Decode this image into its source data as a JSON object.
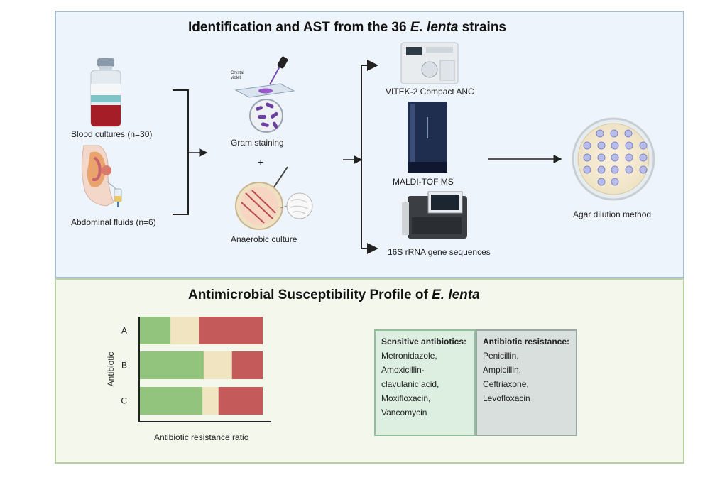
{
  "top_panel": {
    "title_prefix": "Identification and AST from the 36 ",
    "title_species": "E. lenta",
    "title_suffix": " strains",
    "sources": {
      "blood": "Blood cultures  (n=30)",
      "abdominal": "Abdominal fluids    (n=6)"
    },
    "gram_stain": {
      "reagent": "Crystal violet",
      "label": "Gram staining"
    },
    "plus": "+",
    "culture_label": "Anaerobic culture",
    "methods": [
      "VITEK-2 Compact ANC",
      "MALDI-TOF MS",
      "16S rRNA gene sequences"
    ],
    "agar_label": "Agar dilution method"
  },
  "bottom_panel": {
    "title_prefix": "Antimicrobial Susceptibility Profile of ",
    "title_species": "E. lenta",
    "sensitive": {
      "heading": "Sensitive antibiotics:",
      "items": [
        "Metronidazole,",
        "Amoxicillin-",
        "clavulanic acid,",
        "Moxifloxacin,",
        "Vancomycin"
      ]
    },
    "resistant": {
      "heading": "Antibiotic resistance:",
      "items": [
        "Penicillin,",
        "Ampicillin,",
        "Ceftriaxone,",
        "Levofloxacin"
      ]
    }
  },
  "colors": {
    "sensitive": "#93c47d",
    "intermediate": "#f1e4c0",
    "resistant": "#c55a5a",
    "top_bg": "#eef4fb",
    "bottom_bg": "#f3f7ec"
  },
  "chart_data": {
    "type": "bar",
    "orientation": "horizontal",
    "stacked": true,
    "categories": [
      "A",
      "B",
      "C"
    ],
    "series": [
      {
        "values": [
          0.25,
          0.52,
          0.51
        ],
        "color": "#93c47d"
      },
      {
        "values": [
          0.23,
          0.23,
          0.13
        ],
        "color": "#f1e4c0"
      },
      {
        "values": [
          0.52,
          0.25,
          0.36
        ],
        "color": "#c55a5a"
      }
    ],
    "xlabel": "Antibiotic resistance ratio",
    "ylabel": "Antibiotic",
    "xlim": [
      0,
      1
    ]
  }
}
